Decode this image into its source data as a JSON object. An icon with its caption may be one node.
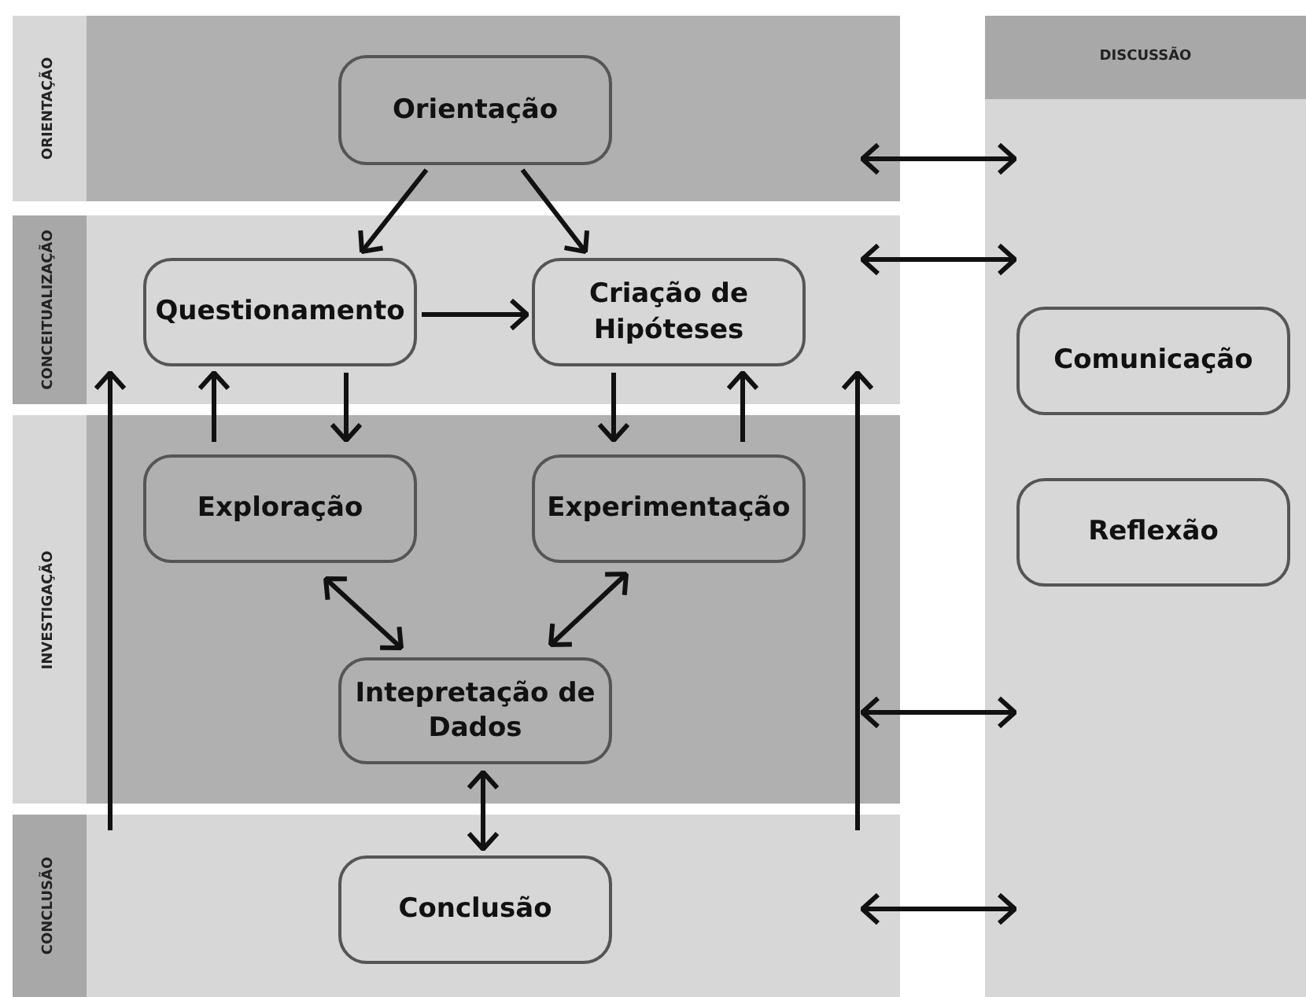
{
  "diagram": {
    "nodes": [
      {
        "text": [
          "ORIENTAÇÃO"
        ]
      },
      {
        "text": [
          "Orientação"
        ],
        "in": 0
      },
      {
        "text": [
          "CONCEITUALIZAÇÃO"
        ]
      },
      {
        "text": [
          "Questionamento"
        ],
        "in": 2
      },
      {
        "text": [
          "Criação de Hipóteses"
        ],
        "in": 2
      },
      {
        "text": [
          "INVESTIGAÇÃO"
        ]
      },
      {
        "text": [
          "Exploração"
        ],
        "in": 5
      },
      {
        "text": [
          "Experimentação"
        ],
        "in": 5
      },
      {
        "text": [
          "Intepretação de Dados"
        ],
        "in": 5
      },
      {
        "text": [
          "CONCLUSÃO"
        ]
      },
      {
        "text": [
          "Conclusão"
        ],
        "in": 9
      },
      {
        "text": [
          "DISCUSSÃO"
        ]
      },
      {
        "text": [
          "Comunicação"
        ],
        "in": 11
      },
      {
        "text": [
          "Reflexão"
        ],
        "in": 11
      }
    ],
    "edges": [
      {
        "from": 1,
        "to": 3,
        "arrow": "to"
      },
      {
        "from": 1,
        "to": 4,
        "arrow": "to"
      },
      {
        "from": 3,
        "to": 4,
        "arrow": "to"
      },
      {
        "from": 3,
        "to": 6,
        "arrow": "to"
      },
      {
        "from": 6,
        "to": 3,
        "arrow": "to"
      },
      {
        "from": 4,
        "to": 7,
        "arrow": "to"
      },
      {
        "from": 7,
        "to": 4,
        "arrow": "to"
      },
      {
        "from": 6,
        "to": 8,
        "arrow": "both"
      },
      {
        "from": 7,
        "to": 8,
        "arrow": "both"
      },
      {
        "from": 8,
        "to": 10,
        "arrow": "both"
      },
      {
        "from": 9,
        "to": 2,
        "arrow": "to"
      },
      {
        "from": 9,
        "to": 2,
        "arrow": "to"
      },
      {
        "from": 0,
        "to": 11,
        "arrow": "both"
      },
      {
        "from": 2,
        "to": 11,
        "arrow": "both"
      },
      {
        "from": 5,
        "to": 11,
        "arrow": "both"
      },
      {
        "from": 9,
        "to": 11,
        "arrow": "both"
      }
    ]
  }
}
